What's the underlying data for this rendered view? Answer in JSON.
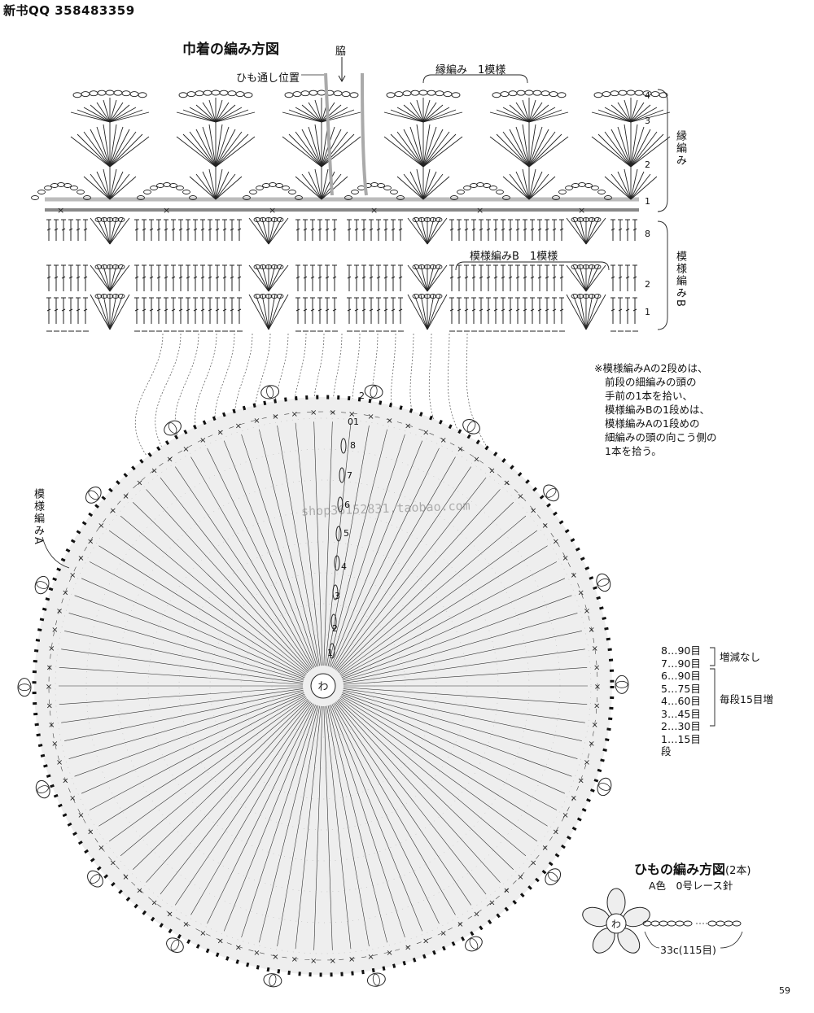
{
  "header": {
    "qq_text": "新书QQ 358483359"
  },
  "watermark": "shop36152831.taobao.com",
  "bag_diagram": {
    "title": "巾着の編み方図",
    "side_seam_label": "脇",
    "drawstring_position_label": "ひも通し位置",
    "edging_repeat_label": "縁編み　1模様",
    "pattern_b_repeat_label": "模様編みB　1模様",
    "edging_label": "縁編み",
    "pattern_b_label": "模様編みB",
    "pattern_a_label": "模様編みA",
    "edging_rows": [
      "4",
      "3",
      "2",
      "1"
    ],
    "pattern_b_rows": [
      "8",
      "2",
      "1"
    ],
    "ring_label": "わ",
    "round_numbers": [
      "1",
      "2",
      "3",
      "4",
      "5",
      "6",
      "7",
      "8",
      "01",
      "2"
    ]
  },
  "note": {
    "lines": [
      "※模様編みAの2段めは、",
      "前段の細編みの頭の",
      "手前の1本を拾い、",
      "模様編みBの1段めは、",
      "模様編みAの1段めの",
      "細編みの頭の向こう側の",
      "1本を拾う。"
    ]
  },
  "stitch_count": {
    "rows": [
      {
        "round": "8",
        "count": "90目"
      },
      {
        "round": "7",
        "count": "90目"
      },
      {
        "round": "6",
        "count": "90目"
      },
      {
        "round": "5",
        "count": "75目"
      },
      {
        "round": "4",
        "count": "60目"
      },
      {
        "round": "3",
        "count": "45目"
      },
      {
        "round": "2",
        "count": "30目"
      },
      {
        "round": "1",
        "count": "15目"
      }
    ],
    "no_change_label": "増減なし",
    "increase_label": "毎段15目増",
    "unit_label": "段"
  },
  "cord": {
    "title": "ひもの編み方図",
    "count": "(2本)",
    "subtitle": "A色　0号レース針",
    "ring_label": "わ",
    "length_label": "33c(115目)"
  },
  "page_number": "59"
}
